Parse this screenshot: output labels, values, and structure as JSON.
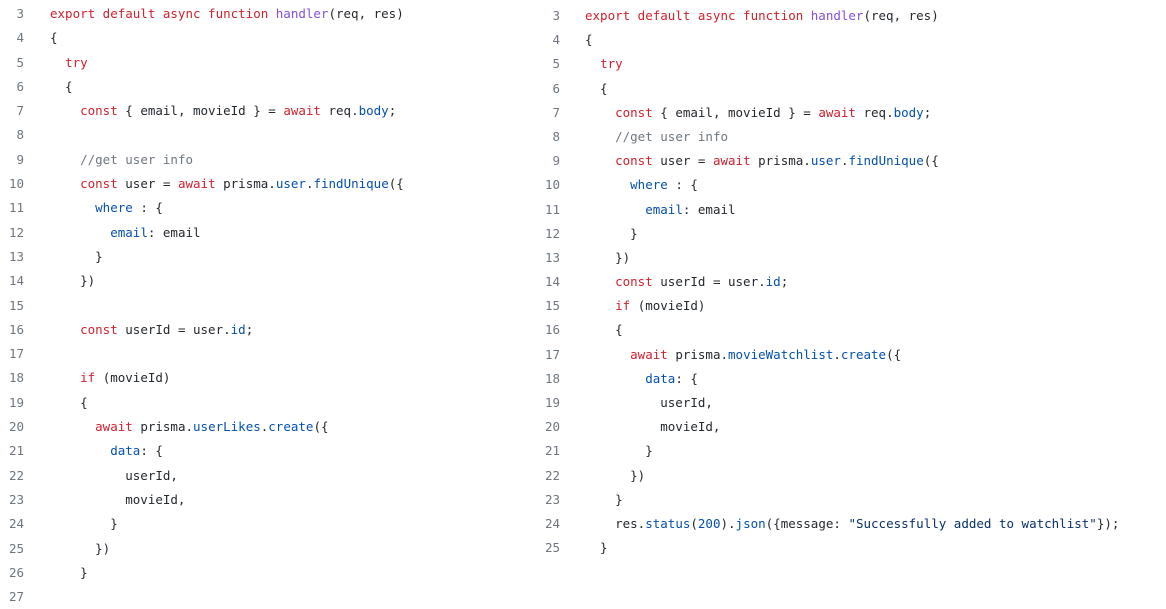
{
  "colors": {
    "keyword": "#cf222e",
    "function": "#8250df",
    "property": "#0550ae",
    "comment": "#6e7781",
    "string": "#0a3069",
    "number": "#0550ae",
    "text": "#24292f",
    "line_number": "#6e7781"
  },
  "left_pane": {
    "lines": [
      {
        "num": "3",
        "tokens": [
          {
            "t": "export default async function ",
            "c": "kw"
          },
          {
            "t": "handler",
            "c": "fn"
          },
          {
            "t": "(req, res)",
            "c": "tx"
          }
        ]
      },
      {
        "num": "4",
        "tokens": [
          {
            "t": "{",
            "c": "tx"
          }
        ]
      },
      {
        "num": "5",
        "tokens": [
          {
            "t": "  ",
            "c": "tx"
          },
          {
            "t": "try",
            "c": "kw"
          }
        ]
      },
      {
        "num": "6",
        "tokens": [
          {
            "t": "  {",
            "c": "tx"
          }
        ]
      },
      {
        "num": "7",
        "tokens": [
          {
            "t": "    ",
            "c": "tx"
          },
          {
            "t": "const",
            "c": "kw"
          },
          {
            "t": " { email, movieId } = ",
            "c": "tx"
          },
          {
            "t": "await",
            "c": "kw"
          },
          {
            "t": " req.",
            "c": "tx"
          },
          {
            "t": "body",
            "c": "prop"
          },
          {
            "t": ";",
            "c": "tx"
          }
        ]
      },
      {
        "num": "8",
        "tokens": []
      },
      {
        "num": "9",
        "tokens": [
          {
            "t": "    ",
            "c": "tx"
          },
          {
            "t": "//get user info",
            "c": "cm"
          }
        ]
      },
      {
        "num": "10",
        "tokens": [
          {
            "t": "    ",
            "c": "tx"
          },
          {
            "t": "const",
            "c": "kw"
          },
          {
            "t": " user = ",
            "c": "tx"
          },
          {
            "t": "await",
            "c": "kw"
          },
          {
            "t": " prisma.",
            "c": "tx"
          },
          {
            "t": "user",
            "c": "prop"
          },
          {
            "t": ".",
            "c": "tx"
          },
          {
            "t": "findUnique",
            "c": "prop"
          },
          {
            "t": "({",
            "c": "tx"
          }
        ]
      },
      {
        "num": "11",
        "tokens": [
          {
            "t": "      ",
            "c": "tx"
          },
          {
            "t": "where",
            "c": "prop"
          },
          {
            "t": " : {",
            "c": "tx"
          }
        ]
      },
      {
        "num": "12",
        "tokens": [
          {
            "t": "        ",
            "c": "tx"
          },
          {
            "t": "email",
            "c": "prop"
          },
          {
            "t": ": email",
            "c": "tx"
          }
        ]
      },
      {
        "num": "13",
        "tokens": [
          {
            "t": "      }",
            "c": "tx"
          }
        ]
      },
      {
        "num": "14",
        "tokens": [
          {
            "t": "    })",
            "c": "tx"
          }
        ]
      },
      {
        "num": "15",
        "tokens": []
      },
      {
        "num": "16",
        "tokens": [
          {
            "t": "    ",
            "c": "tx"
          },
          {
            "t": "const",
            "c": "kw"
          },
          {
            "t": " userId = user.",
            "c": "tx"
          },
          {
            "t": "id",
            "c": "prop"
          },
          {
            "t": ";",
            "c": "tx"
          }
        ]
      },
      {
        "num": "17",
        "tokens": []
      },
      {
        "num": "18",
        "tokens": [
          {
            "t": "    ",
            "c": "tx"
          },
          {
            "t": "if",
            "c": "kw"
          },
          {
            "t": " (movieId)",
            "c": "tx"
          }
        ]
      },
      {
        "num": "19",
        "tokens": [
          {
            "t": "    {",
            "c": "tx"
          }
        ]
      },
      {
        "num": "20",
        "tokens": [
          {
            "t": "      ",
            "c": "tx"
          },
          {
            "t": "await",
            "c": "kw"
          },
          {
            "t": " prisma.",
            "c": "tx"
          },
          {
            "t": "userLikes",
            "c": "prop"
          },
          {
            "t": ".",
            "c": "tx"
          },
          {
            "t": "create",
            "c": "prop"
          },
          {
            "t": "({",
            "c": "tx"
          }
        ]
      },
      {
        "num": "21",
        "tokens": [
          {
            "t": "        ",
            "c": "tx"
          },
          {
            "t": "data",
            "c": "prop"
          },
          {
            "t": ": {",
            "c": "tx"
          }
        ]
      },
      {
        "num": "22",
        "tokens": [
          {
            "t": "          userId,",
            "c": "tx"
          }
        ]
      },
      {
        "num": "23",
        "tokens": [
          {
            "t": "          movieId,",
            "c": "tx"
          }
        ]
      },
      {
        "num": "24",
        "tokens": [
          {
            "t": "        }",
            "c": "tx"
          }
        ]
      },
      {
        "num": "25",
        "tokens": [
          {
            "t": "      })",
            "c": "tx"
          }
        ]
      },
      {
        "num": "26",
        "tokens": [
          {
            "t": "    }",
            "c": "tx"
          }
        ]
      },
      {
        "num": "27",
        "tokens": []
      }
    ]
  },
  "right_pane": {
    "lines": [
      {
        "num": "3",
        "tokens": [
          {
            "t": "export default async function ",
            "c": "kw"
          },
          {
            "t": "handler",
            "c": "fn"
          },
          {
            "t": "(req, res)",
            "c": "tx"
          }
        ]
      },
      {
        "num": "4",
        "tokens": [
          {
            "t": "{",
            "c": "tx"
          }
        ]
      },
      {
        "num": "5",
        "tokens": [
          {
            "t": "  ",
            "c": "tx"
          },
          {
            "t": "try",
            "c": "kw"
          }
        ]
      },
      {
        "num": "6",
        "tokens": [
          {
            "t": "  {",
            "c": "tx"
          }
        ]
      },
      {
        "num": "7",
        "tokens": [
          {
            "t": "    ",
            "c": "tx"
          },
          {
            "t": "const",
            "c": "kw"
          },
          {
            "t": " { email, movieId } = ",
            "c": "tx"
          },
          {
            "t": "await",
            "c": "kw"
          },
          {
            "t": " req.",
            "c": "tx"
          },
          {
            "t": "body",
            "c": "prop"
          },
          {
            "t": ";",
            "c": "tx"
          }
        ]
      },
      {
        "num": "8",
        "tokens": [
          {
            "t": "    ",
            "c": "tx"
          },
          {
            "t": "//get user info",
            "c": "cm"
          }
        ]
      },
      {
        "num": "9",
        "tokens": [
          {
            "t": "    ",
            "c": "tx"
          },
          {
            "t": "const",
            "c": "kw"
          },
          {
            "t": " user = ",
            "c": "tx"
          },
          {
            "t": "await",
            "c": "kw"
          },
          {
            "t": " prisma.",
            "c": "tx"
          },
          {
            "t": "user",
            "c": "prop"
          },
          {
            "t": ".",
            "c": "tx"
          },
          {
            "t": "findUnique",
            "c": "prop"
          },
          {
            "t": "({",
            "c": "tx"
          }
        ]
      },
      {
        "num": "10",
        "tokens": [
          {
            "t": "      ",
            "c": "tx"
          },
          {
            "t": "where",
            "c": "prop"
          },
          {
            "t": " : {",
            "c": "tx"
          }
        ]
      },
      {
        "num": "11",
        "tokens": [
          {
            "t": "        ",
            "c": "tx"
          },
          {
            "t": "email",
            "c": "prop"
          },
          {
            "t": ": email",
            "c": "tx"
          }
        ]
      },
      {
        "num": "12",
        "tokens": [
          {
            "t": "      }",
            "c": "tx"
          }
        ]
      },
      {
        "num": "13",
        "tokens": [
          {
            "t": "    })",
            "c": "tx"
          }
        ]
      },
      {
        "num": "14",
        "tokens": [
          {
            "t": "    ",
            "c": "tx"
          },
          {
            "t": "const",
            "c": "kw"
          },
          {
            "t": " userId = user.",
            "c": "tx"
          },
          {
            "t": "id",
            "c": "prop"
          },
          {
            "t": ";",
            "c": "tx"
          }
        ]
      },
      {
        "num": "15",
        "tokens": [
          {
            "t": "    ",
            "c": "tx"
          },
          {
            "t": "if",
            "c": "kw"
          },
          {
            "t": " (movieId)",
            "c": "tx"
          }
        ]
      },
      {
        "num": "16",
        "tokens": [
          {
            "t": "    {",
            "c": "tx"
          }
        ]
      },
      {
        "num": "17",
        "tokens": [
          {
            "t": "      ",
            "c": "tx"
          },
          {
            "t": "await",
            "c": "kw"
          },
          {
            "t": " prisma.",
            "c": "tx"
          },
          {
            "t": "movieWatchlist",
            "c": "prop"
          },
          {
            "t": ".",
            "c": "tx"
          },
          {
            "t": "create",
            "c": "prop"
          },
          {
            "t": "({",
            "c": "tx"
          }
        ]
      },
      {
        "num": "18",
        "tokens": [
          {
            "t": "        ",
            "c": "tx"
          },
          {
            "t": "data",
            "c": "prop"
          },
          {
            "t": ": {",
            "c": "tx"
          }
        ]
      },
      {
        "num": "19",
        "tokens": [
          {
            "t": "          userId,",
            "c": "tx"
          }
        ]
      },
      {
        "num": "20",
        "tokens": [
          {
            "t": "          movieId,",
            "c": "tx"
          }
        ]
      },
      {
        "num": "21",
        "tokens": [
          {
            "t": "        }",
            "c": "tx"
          }
        ]
      },
      {
        "num": "22",
        "tokens": [
          {
            "t": "      })",
            "c": "tx"
          }
        ]
      },
      {
        "num": "23",
        "tokens": [
          {
            "t": "    }",
            "c": "tx"
          }
        ]
      },
      {
        "num": "24",
        "tokens": [
          {
            "t": "    res.",
            "c": "tx"
          },
          {
            "t": "status",
            "c": "prop"
          },
          {
            "t": "(",
            "c": "tx"
          },
          {
            "t": "200",
            "c": "num"
          },
          {
            "t": ").",
            "c": "tx"
          },
          {
            "t": "json",
            "c": "prop"
          },
          {
            "t": "({message: ",
            "c": "tx"
          },
          {
            "t": "\"Successfully added to watchlist\"",
            "c": "str"
          },
          {
            "t": "});",
            "c": "tx"
          }
        ]
      },
      {
        "num": "25",
        "tokens": [
          {
            "t": "  }",
            "c": "tx"
          }
        ]
      }
    ]
  }
}
